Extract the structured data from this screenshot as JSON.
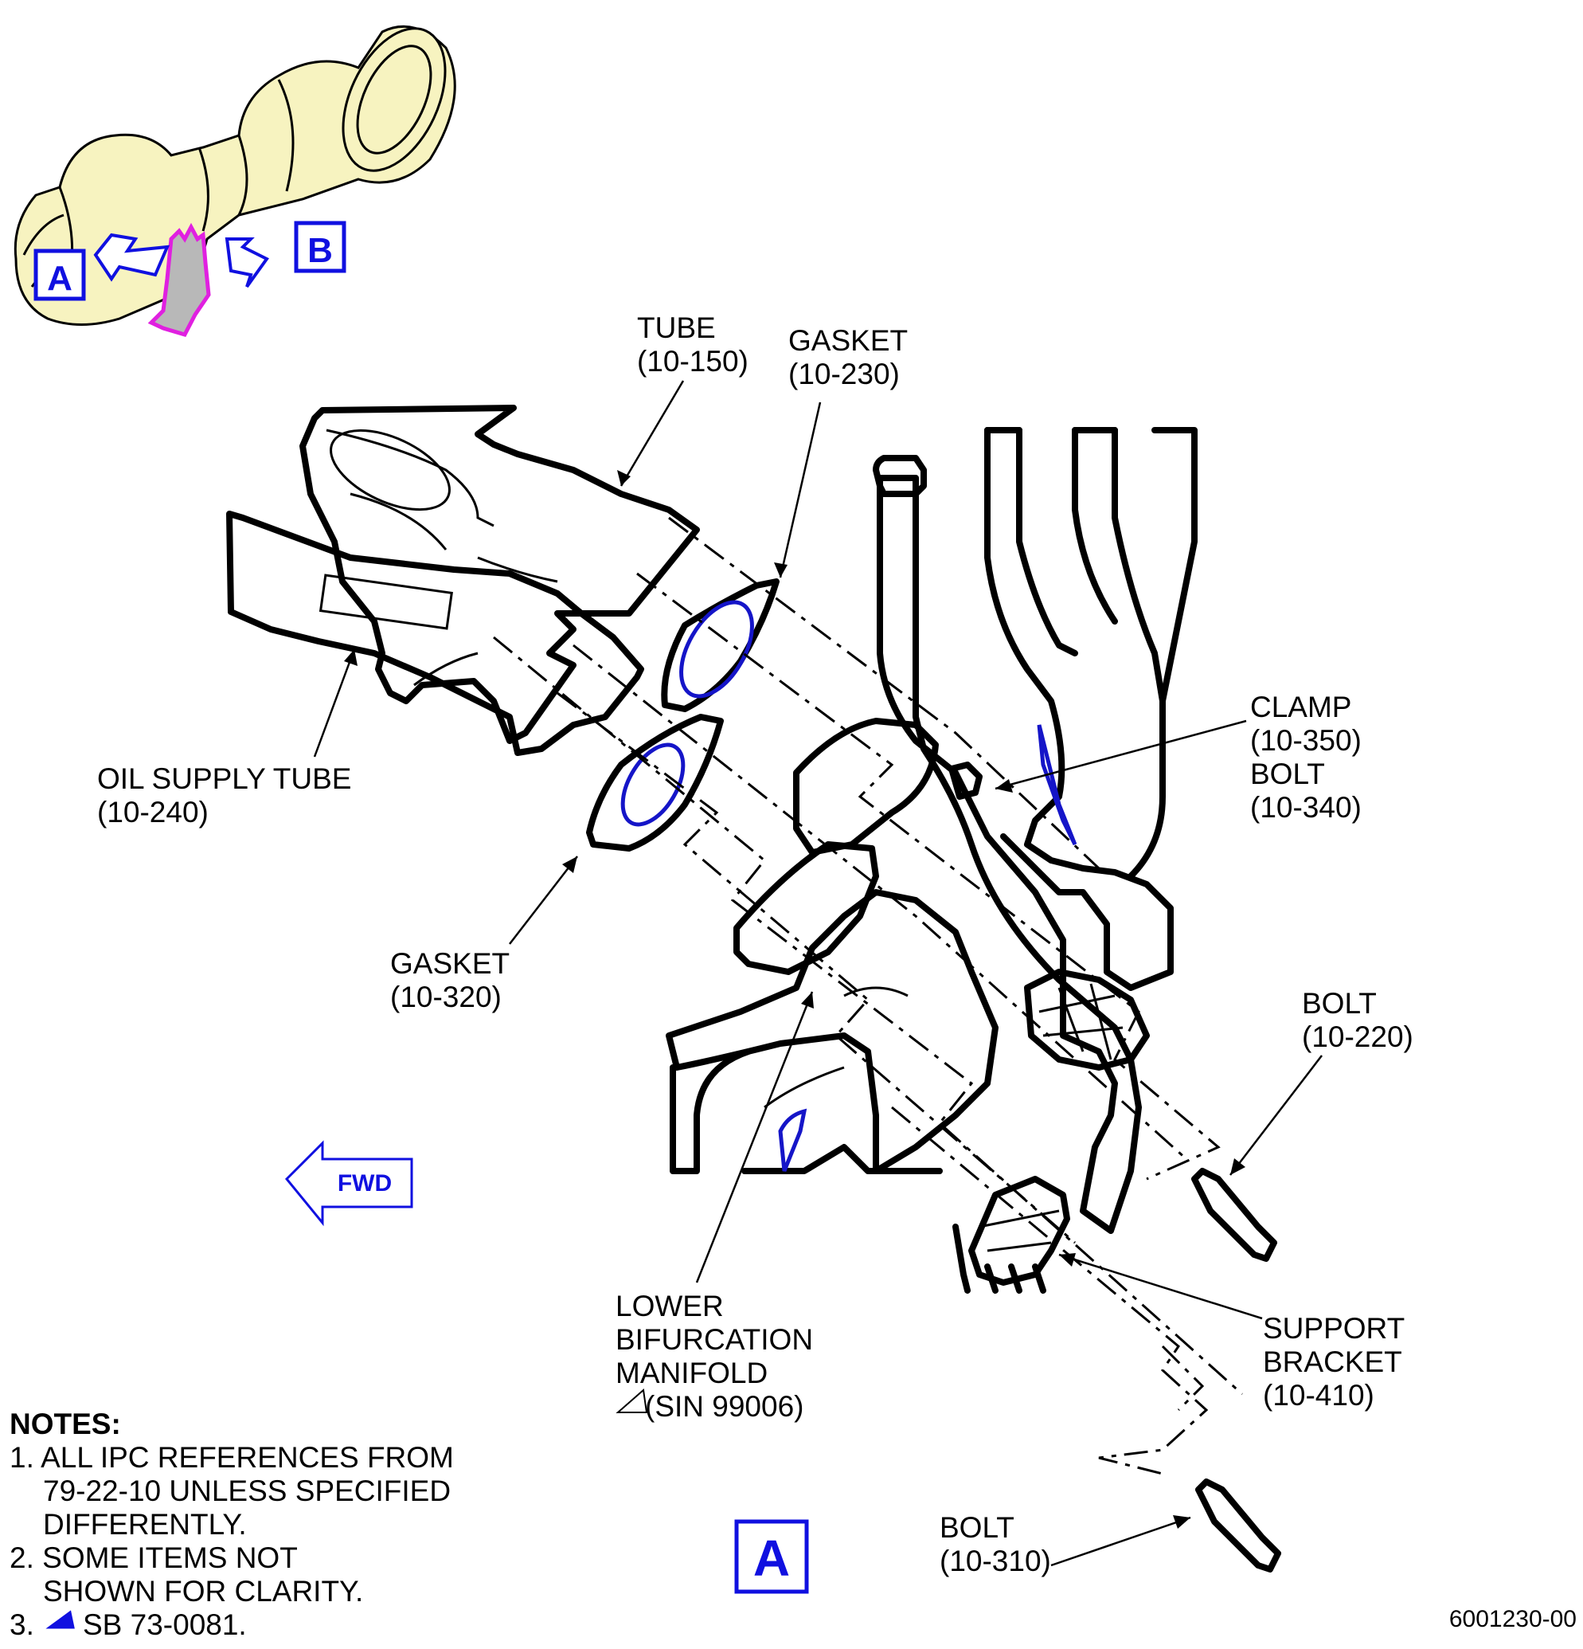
{
  "callouts": {
    "tube": [
      "TUBE",
      "(10-150)"
    ],
    "gasket_230": [
      "GASKET",
      "(10-230)"
    ],
    "clamp_bolt": [
      "CLAMP",
      "(10-350)",
      "BOLT",
      "(10-340)"
    ],
    "oil_supply_tube": [
      "OIL SUPPLY TUBE",
      "(10-240)"
    ],
    "gasket_320": [
      "GASKET",
      "(10-320)"
    ],
    "bolt_220": [
      "BOLT",
      "(10-220)"
    ],
    "manifold": [
      "LOWER",
      "BIFURCATION",
      "MANIFOLD",
      "(SIN 99006)"
    ],
    "support_bracket": [
      "SUPPORT",
      "BRACKET",
      "(10-410)"
    ],
    "bolt_310": [
      "BOLT",
      "(10-310)"
    ]
  },
  "view_labels": {
    "locator_a": "A",
    "locator_b": "B",
    "view_a": "A"
  },
  "direction_arrow": {
    "label": "FWD"
  },
  "notes": {
    "title": "NOTES:",
    "lines": [
      "1. ALL IPC REFERENCES FROM",
      "79-22-10 UNLESS SPECIFIED",
      "DIFFERENTLY.",
      "2. SOME ITEMS NOT",
      "SHOWN FOR CLARITY.",
      "3.",
      "SB 73-0081."
    ]
  },
  "figure_number": "6001230-00",
  "colors": {
    "callout_blue": "#1010e0",
    "highlight_magenta": "#e020e0",
    "engine_fill": "#f7f3c0",
    "ink": "#000000"
  }
}
